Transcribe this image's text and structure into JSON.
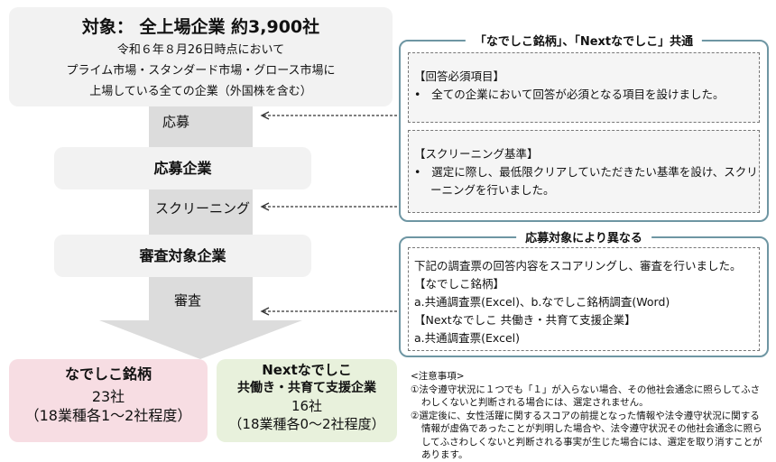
{
  "target": {
    "title": "対象： 全上場企業 約3,900社",
    "lines": [
      "令和６年８月26日時点において",
      "プライム市場・スタンダード市場・グロース市場に",
      "上場している全ての企業（外国株を含む）"
    ]
  },
  "flow": {
    "step1": "応募",
    "box1": "応募企業",
    "step2": "スクリーニング",
    "box2": "審査対象企業",
    "step3": "審査"
  },
  "results": [
    {
      "title": "なでしこ銘柄",
      "count": "23社",
      "detail": "（18業種各1～2社程度）",
      "color": "#f7dde3"
    },
    {
      "title_line1": "Nextなでしこ",
      "title_line2": "共働き・共育て支援企業",
      "count": "16社",
      "detail": "（18業種各0～2社程度）",
      "color": "#e8f1dc"
    }
  ],
  "common_panel": {
    "title": "「なでしこ銘柄」、「Nextなでしこ」共通",
    "items": [
      {
        "heading": "【回答必須項目】",
        "bullet": "全ての企業において回答が必須となる項目を設けました。"
      },
      {
        "heading": "【スクリーニング基準】",
        "bullet": "選定に際し、最低限クリアしていただきたい基準を設け、スクリーニングを行いました。"
      }
    ]
  },
  "diff_panel": {
    "title": "応募対象により異なる",
    "intro": "下記の調査票の回答内容をスコアリングし、審査を行いました。",
    "h1": "【なでしこ銘柄】",
    "l1": "a.共通調査票(Excel)、b.なでしこ銘柄調査(Word)",
    "h2": "【Nextなでしこ 共働き・共育て支援企業】",
    "l2": "a.共通調査票(Excel)"
  },
  "notes": {
    "heading": "<注意事項>",
    "n1": "①法令遵守状況に１つでも「１」が入らない場合、その他社会通念に照らしてふさわしくないと判断される場合には、選定されません。",
    "n2": "②選定後に、女性活躍に関するスコアの前提となった情報や法令遵守状況に関する情報が虚偽であったことが判明した場合や、法令遵守状況その他社会通念に照らしてふさわしくないと判断される事実が生じた場合には、選定を取り消すことがあります。"
  },
  "colors": {
    "panel_border": "#6e96a3",
    "arrow": "#d9d9d9"
  }
}
